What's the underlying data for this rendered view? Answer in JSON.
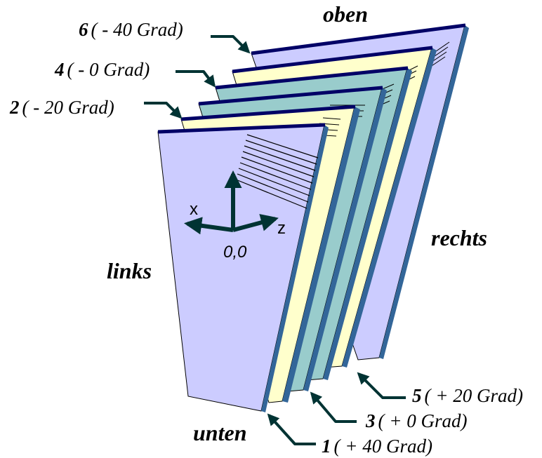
{
  "sides": {
    "top": "oben",
    "right": "rechts",
    "left": "links",
    "bottom": "unten"
  },
  "layers": [
    {
      "num": "1",
      "text": "( + 40 Grad)",
      "color": "#ccccff"
    },
    {
      "num": "2",
      "text": "( - 20 Grad)",
      "color": "#ffffcc"
    },
    {
      "num": "3",
      "text": "( + 0 Grad)",
      "color": "#99cccc"
    },
    {
      "num": "4",
      "text": "( - 0 Grad)",
      "color": "#99cccc"
    },
    {
      "num": "5",
      "text": "( + 20 Grad)",
      "color": "#ffffcc"
    },
    {
      "num": "6",
      "text": "( - 40 Grad)",
      "color": "#ccccff"
    }
  ],
  "axes": {
    "x_label": "x",
    "z_label": "z",
    "origin": "0,0"
  },
  "colors": {
    "edge_dark": "#000066",
    "edge_side": "#336699",
    "arrow": "#003333"
  }
}
